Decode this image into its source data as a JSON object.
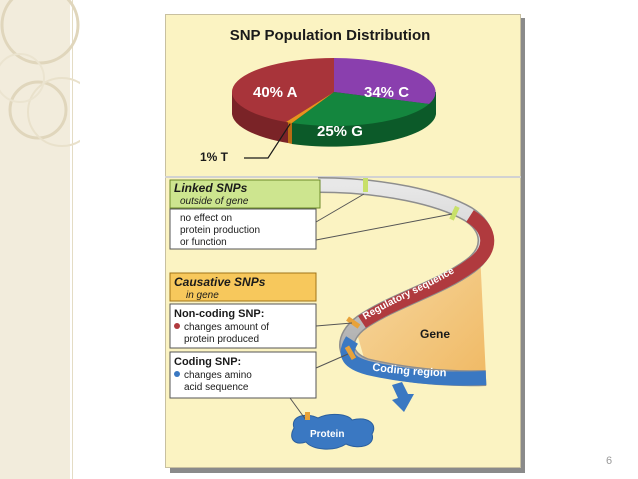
{
  "pie": {
    "title": "SNP Population  Distribution",
    "label_a": "40% A",
    "label_c": "34% C",
    "label_g": "25% G",
    "label_t": "1% T"
  },
  "chart_data": {
    "type": "pie",
    "title": "SNP Population  Distribution",
    "categories": [
      "A",
      "C",
      "G",
      "T"
    ],
    "values": [
      40,
      34,
      25,
      1
    ],
    "colors": [
      "#a8343a",
      "#8a3fae",
      "#14863e",
      "#e8921e"
    ]
  },
  "linked": {
    "title": "Linked SNPs",
    "subtitle": "outside of gene",
    "desc": [
      "no effect on",
      "protein production",
      "or function"
    ]
  },
  "causative": {
    "title": "Causative SNPs",
    "subtitle": "in gene"
  },
  "noncoding": {
    "title": "Non-coding SNP:",
    "desc": [
      "changes amount of",
      "protein produced"
    ]
  },
  "coding": {
    "title": "Coding SNP:",
    "desc": [
      "changes amino",
      "acid sequence"
    ]
  },
  "labels": {
    "regulatory": "Regulatory sequence",
    "coding_region": "Coding region",
    "gene": "Gene",
    "protein": "Protein"
  },
  "page_number": "6"
}
